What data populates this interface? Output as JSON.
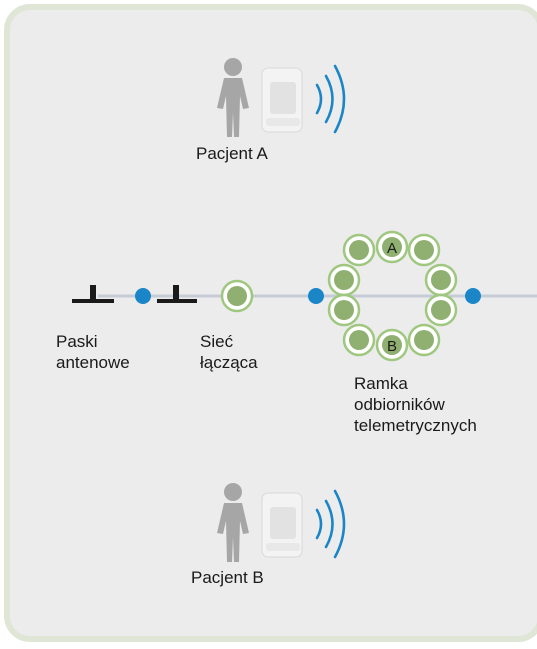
{
  "diagram": {
    "patient_a": {
      "label": "Pacjent A"
    },
    "patient_b": {
      "label": "Pacjent B"
    },
    "antenna": {
      "label_line1": "Paski",
      "label_line2": "antenowe"
    },
    "network": {
      "label_line1": "Sieć",
      "label_line2": "łącząca"
    },
    "receiver_frame": {
      "label_line1": "Ramka",
      "label_line2": "odbiorników",
      "label_line3": "telemetrycznych",
      "slot_top_letter": "A",
      "slot_bottom_letter": "B"
    },
    "colors": {
      "panel": "#ececec",
      "panel_border": "#dfe6d6",
      "signal_blue": "#1a86c7",
      "receiver_green": "#8fb071",
      "person_gray": "#a6a6a6",
      "connector_line": "#c6ccd6"
    },
    "icons": [
      "person-icon",
      "telemetry-transmitter-icon",
      "signal-waves-icon",
      "antenna-strip-icon",
      "receiver-slot-icon"
    ]
  }
}
